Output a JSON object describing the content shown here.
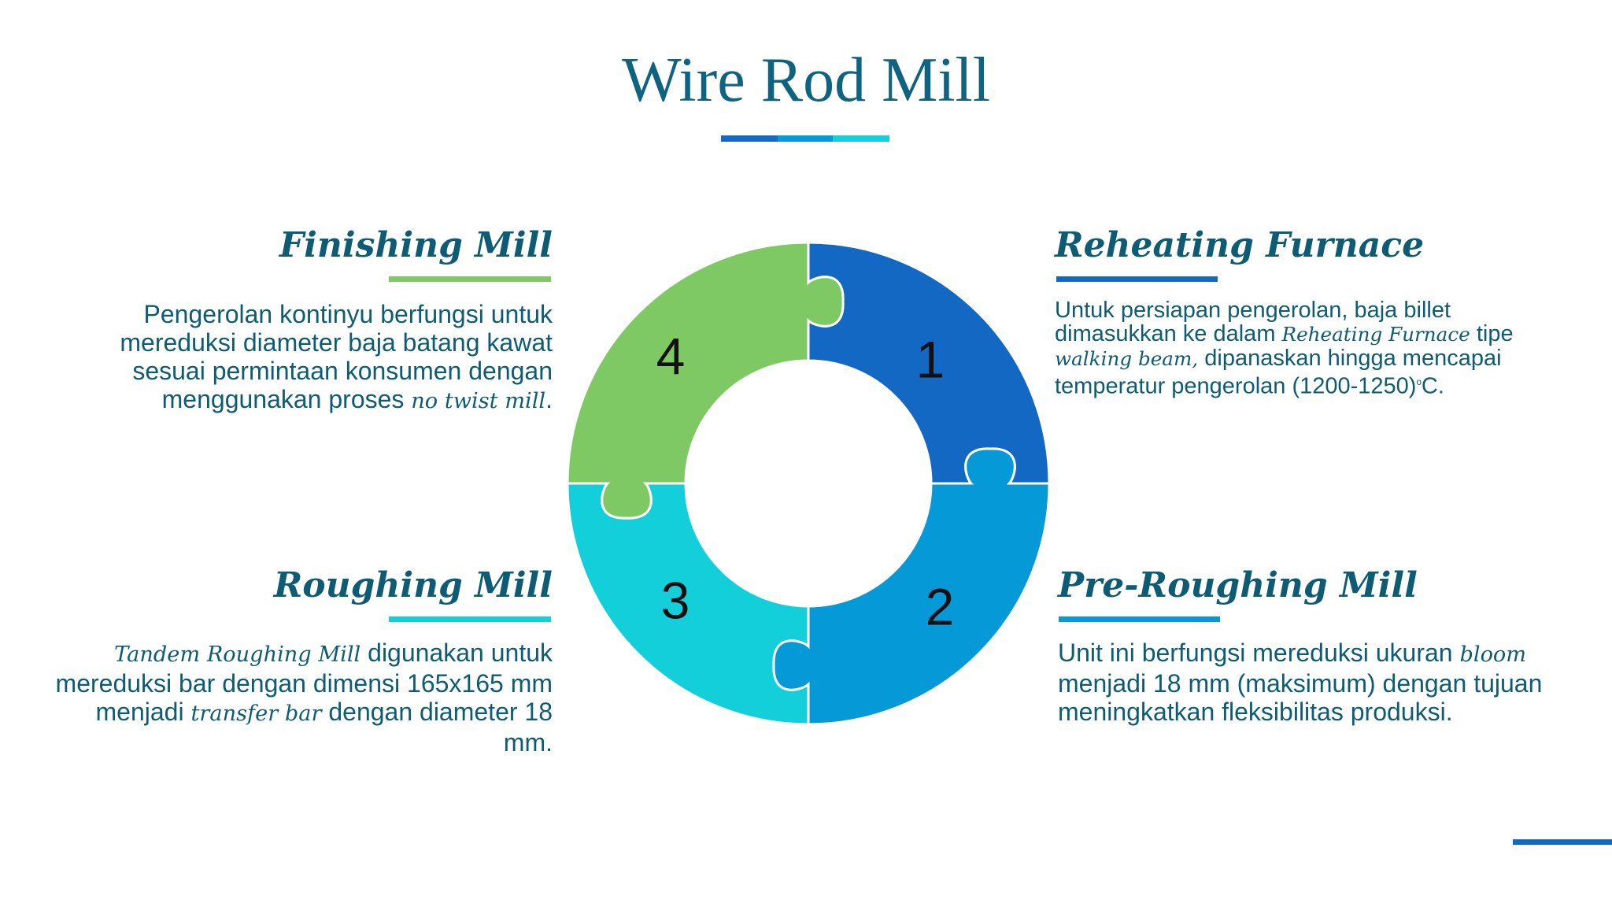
{
  "title": "Wire Rod Mill",
  "colors": {
    "dark_blue": "#1368c4",
    "mid_blue": "#0599d8",
    "cyan": "#12cfd9",
    "green": "#7ec964",
    "text": "#0d5c74"
  },
  "sections": [
    {
      "number": "1",
      "heading": "Reheating Furnace",
      "color": "#1368c4",
      "parts": [
        {
          "text": "Untuk persiapan pengerolan, baja billet dimasukkan ke dalam "
        },
        {
          "text": "Reheating Furnace",
          "italic": true
        },
        {
          "text": " tipe "
        },
        {
          "text": "walking beam,",
          "italic": true
        },
        {
          "text": " dipanaskan hingga mencapai temperatur pengerolan (1200-1250)"
        },
        {
          "text": "o",
          "sup": true
        },
        {
          "text": "C."
        }
      ]
    },
    {
      "number": "2",
      "heading": "Pre-Roughing Mill",
      "color": "#0599d8",
      "parts": [
        {
          "text": "Unit ini berfungsi mereduksi ukuran "
        },
        {
          "text": "bloom",
          "italic": true
        },
        {
          "text": " menjadi 18 mm (maksimum) dengan tujuan meningkatkan fleksibilitas produksi."
        }
      ]
    },
    {
      "number": "3",
      "heading": "Roughing Mill",
      "color": "#12cfd9",
      "parts": [
        {
          "text": "Tandem Roughing Mill",
          "italic": true
        },
        {
          "text": " digunakan untuk mereduksi bar dengan dimensi 165x165 mm menjadi "
        },
        {
          "text": "transfer bar",
          "italic": true
        },
        {
          "text": " dengan diameter 18 mm."
        }
      ]
    },
    {
      "number": "4",
      "heading": "Finishing Mill",
      "color": "#7ec964",
      "parts": [
        {
          "text": "Pengerolan kontinyu berfungsi untuk mereduksi diameter baja batang kawat sesuai permintaan konsumen dengan menggunakan proses "
        },
        {
          "text": "no twist mill",
          "italic": true
        },
        {
          "text": "."
        }
      ]
    }
  ]
}
